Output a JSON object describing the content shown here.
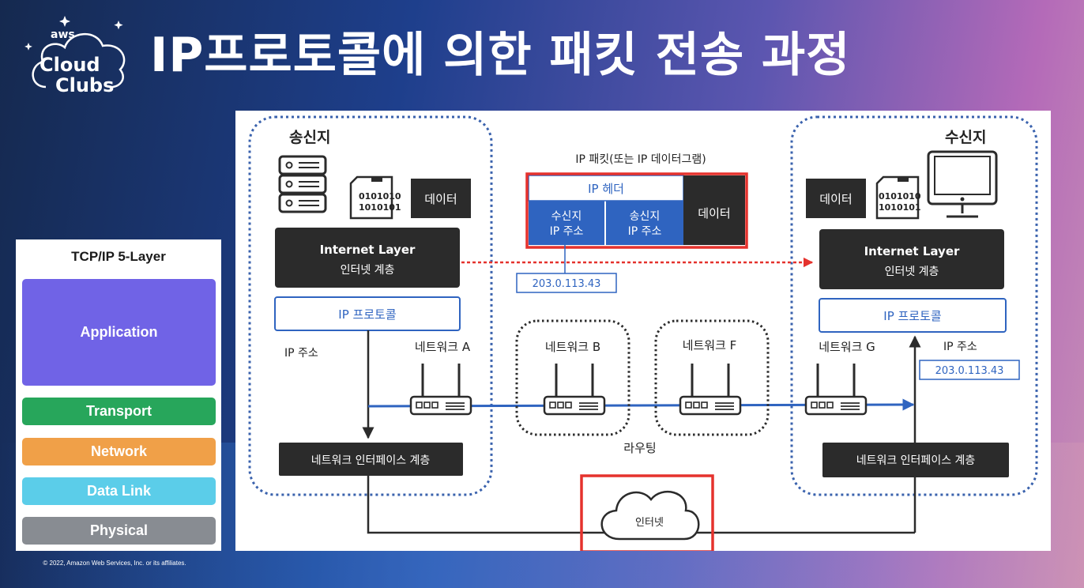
{
  "logo": {
    "small": "aws",
    "line1": "Cloud",
    "line2": "Clubs"
  },
  "title": "IP프로토콜에 의한 패킷 전송 과정",
  "stack": {
    "title": "TCP/IP 5-Layer",
    "layers": [
      {
        "label": "Application",
        "color": "#7063e6"
      },
      {
        "label": "Transport",
        "color": "#27a65b"
      },
      {
        "label": "Network",
        "color": "#f0a048"
      },
      {
        "label": "Data Link",
        "color": "#5bcde9"
      },
      {
        "label": "Physical",
        "color": "#888c92"
      }
    ]
  },
  "copyright": "© 2022, Amazon Web Services, Inc. or its affiliates.",
  "diagram": {
    "sender": {
      "label": "송신지",
      "binary": [
        "0101010",
        "1010101"
      ],
      "data": "데이터",
      "internet_layer": [
        "Internet Layer",
        "인터넷 계층"
      ],
      "protocol": "IP 프로토콜",
      "ip_label": "IP 주소",
      "nic": "네트워크 인터페이스 계층"
    },
    "receiver": {
      "label": "수신지",
      "binary": [
        "0101010",
        "1010101"
      ],
      "data": "데이터",
      "internet_layer": [
        "Internet Layer",
        "인터넷 계층"
      ],
      "protocol": "IP 프로토콜",
      "ip_label": "IP 주소",
      "ip_value": "203.0.113.43",
      "nic": "네트워크 인터페이스 계층"
    },
    "packet": {
      "caption": "IP 패킷(또는 IP 데이터그램)",
      "header": "IP 헤더",
      "dest": [
        "수신지",
        "IP 주소"
      ],
      "src": [
        "송신지",
        "IP 주소"
      ],
      "data": "데이터",
      "ip_value": "203.0.113.43"
    },
    "networks": [
      "네트워크 A",
      "네트워크 B",
      "네트워크 F",
      "네트워크 G"
    ],
    "routing": "라우팅",
    "internet": "인터넷",
    "colors": {
      "dark": "#2b2b2b",
      "blue": "#2f64c0",
      "red": "#e5322d",
      "dot": "#3a62ad"
    }
  }
}
